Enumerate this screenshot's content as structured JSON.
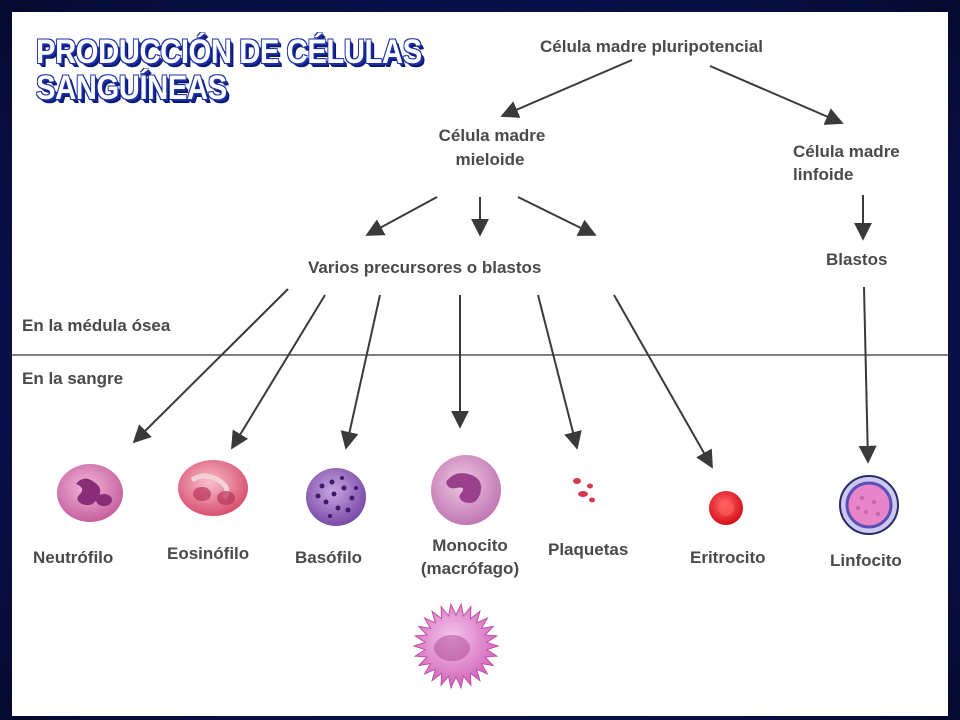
{
  "title": {
    "line1": "PRODUCCIÓN DE CÉLULAS",
    "line2": "SANGUÍNEAS"
  },
  "nodes": {
    "pluripotent": "Célula madre pluripotencial",
    "myeloid_l1": "Célula madre",
    "myeloid_l2": "mieloide",
    "lymphoid_l1": "Célula madre",
    "lymphoid_l2": "linfoide",
    "precursors": "Varios precursores o blastos",
    "blasts": "Blastos"
  },
  "zones": {
    "marrow": "En la médula ósea",
    "blood": "En la sangre"
  },
  "cells": {
    "neutrophil": "Neutrófilo",
    "eosinophil": "Eosinófilo",
    "basophil": "Basófilo",
    "monocyte_l1": "Monocito",
    "monocyte_l2": "(macrófago)",
    "platelets": "Plaquetas",
    "erythrocyte": "Eritrocito",
    "lymphocyte": "Linfocito"
  },
  "colors": {
    "frame": "#0a1150",
    "title_fill": "#ffffff",
    "title_outline": "#1a2fa8",
    "label_text": "#4a4a4a",
    "arrow": "#3a3a3a",
    "erythrocyte": "#e8141c",
    "lymphocyte_ring": "#5a4fb8"
  }
}
